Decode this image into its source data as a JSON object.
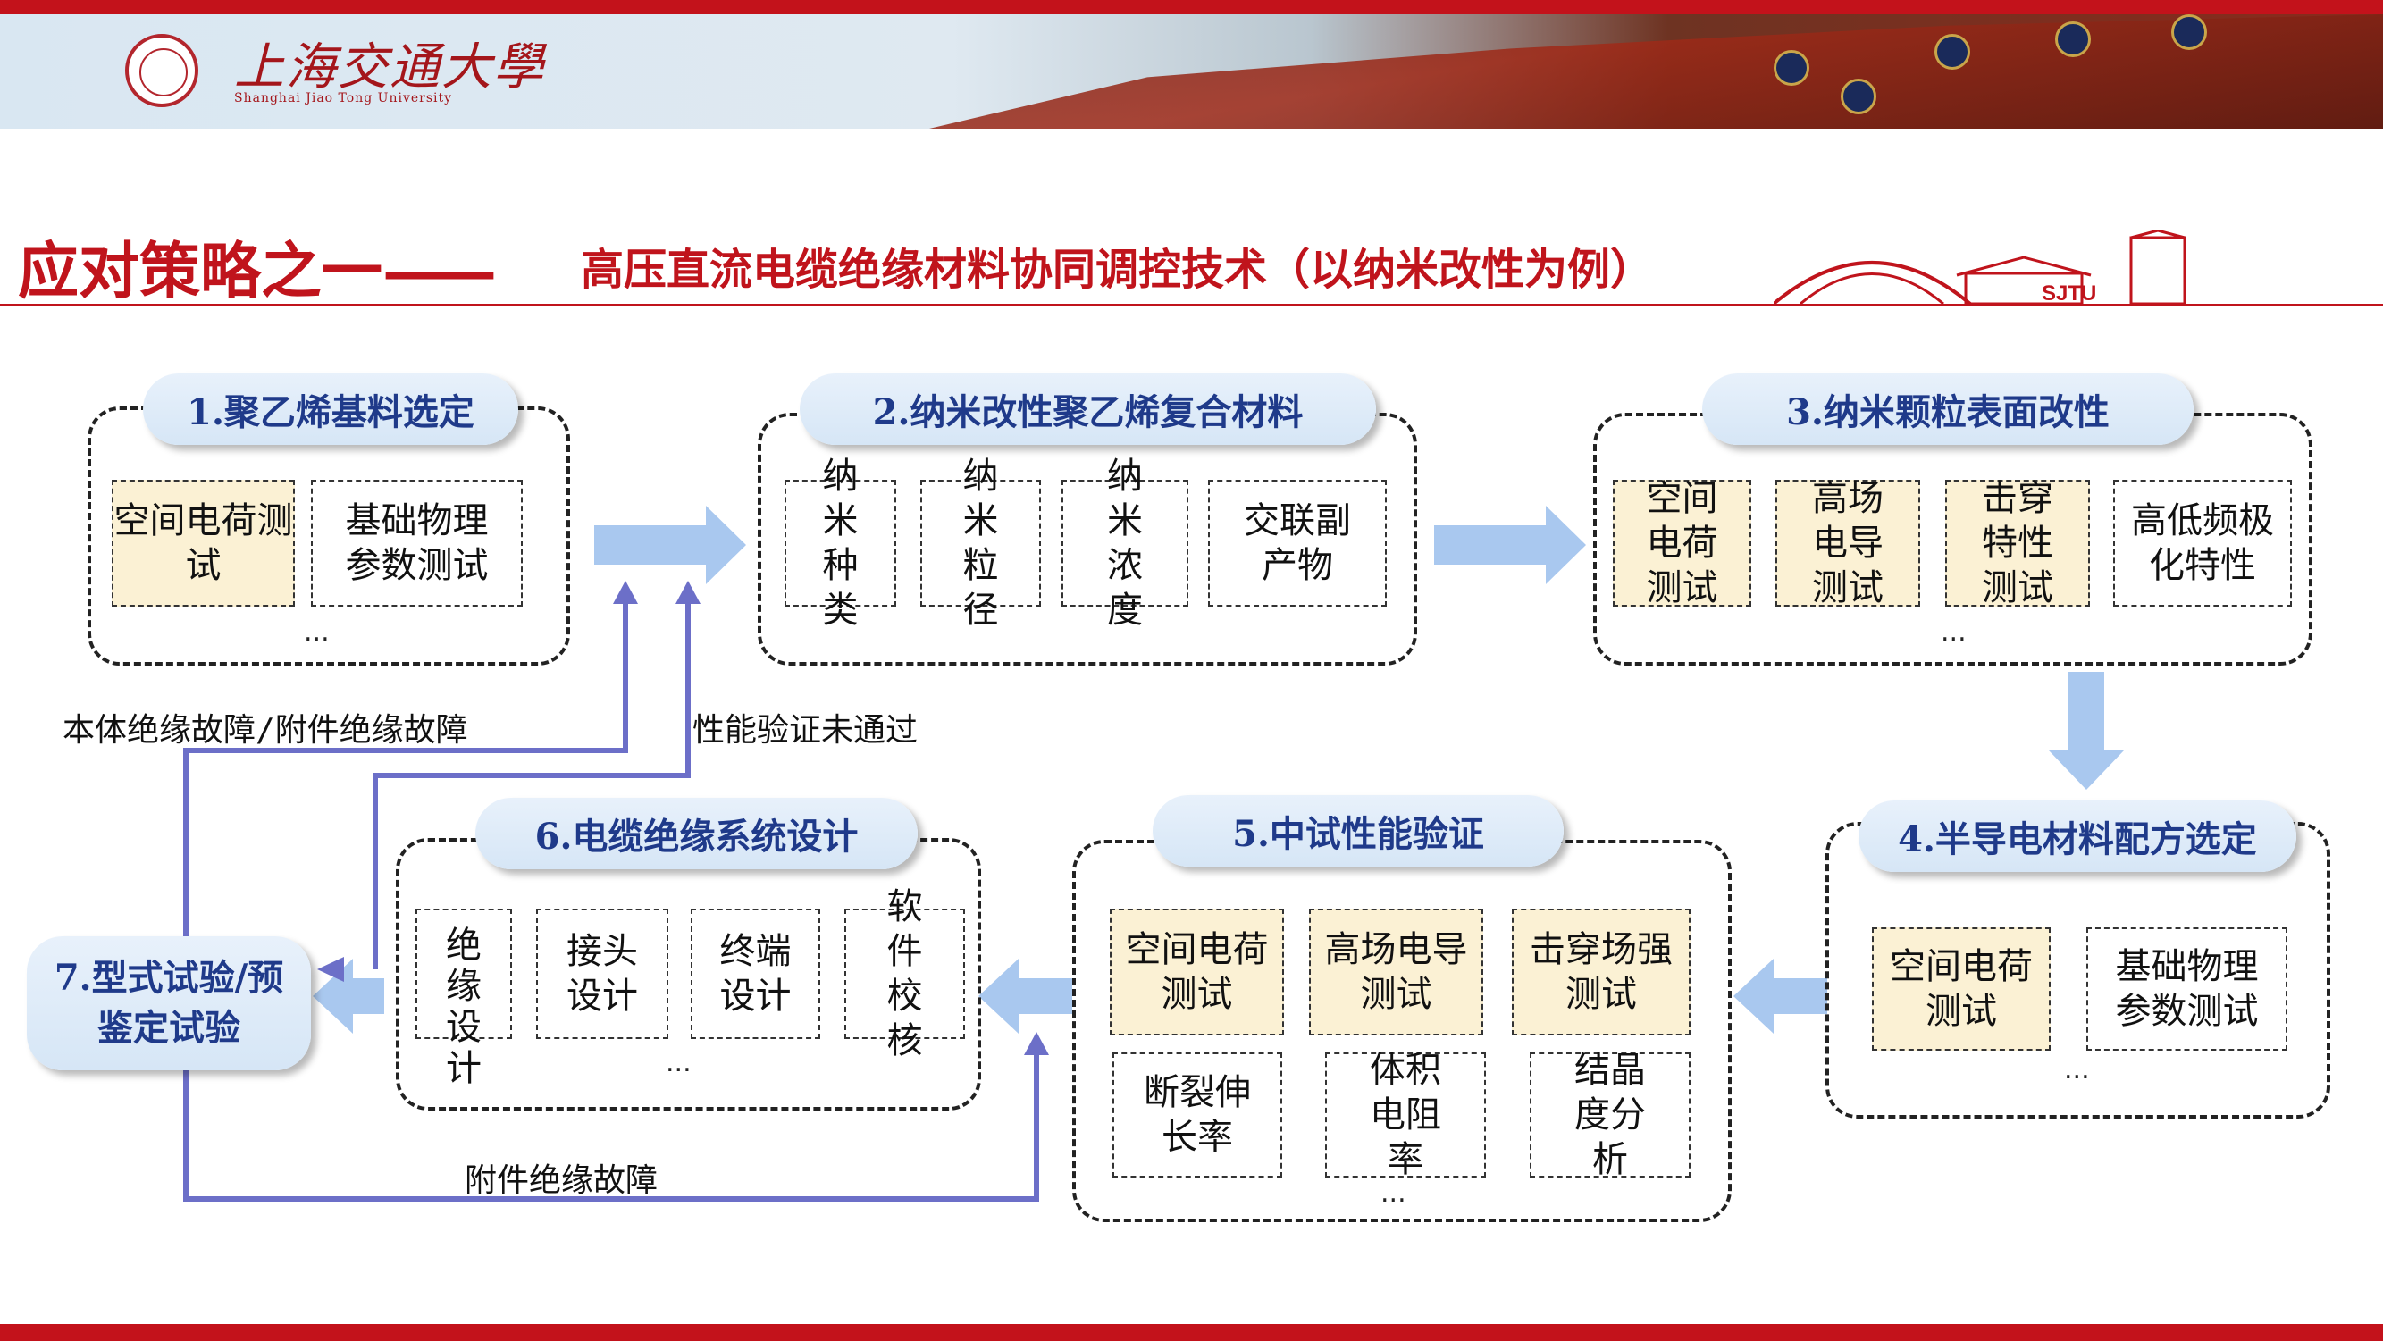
{
  "header": {
    "logo_cn": "上海交通大學",
    "logo_en": "Shanghai Jiao Tong University",
    "arch_label": "SJTU"
  },
  "title": {
    "main": "应对策略之一",
    "dash": "——",
    "sub": "高压直流电缆绝缘材料协同调控技术（以纳米改性为例）"
  },
  "steps": [
    {
      "label": "1.聚乙烯基料选定",
      "items": [
        {
          "text": "空间电荷测试",
          "highlight": true
        },
        {
          "text": "基础物理参数测试",
          "highlight": false
        }
      ],
      "more": "..."
    },
    {
      "label": "2.纳米改性聚乙烯复合材料",
      "items": [
        {
          "text": "纳米种类",
          "highlight": false
        },
        {
          "text": "纳米粒径",
          "highlight": false
        },
        {
          "text": "纳米浓度",
          "highlight": false
        },
        {
          "text": "交联副产物",
          "highlight": false
        }
      ],
      "more": ""
    },
    {
      "label": "3.纳米颗粒表面改性",
      "items": [
        {
          "text": "空间电荷测试",
          "highlight": true
        },
        {
          "text": "高场电导测试",
          "highlight": true
        },
        {
          "text": "击穿特性测试",
          "highlight": true
        },
        {
          "text": "高低频极化特性",
          "highlight": false
        }
      ],
      "more": "..."
    },
    {
      "label": "4.半导电材料配方选定",
      "items": [
        {
          "text": "空间电荷测试",
          "highlight": true
        },
        {
          "text": "基础物理参数测试",
          "highlight": false
        }
      ],
      "more": "..."
    },
    {
      "label": "5.中试性能验证",
      "items": [
        {
          "text": "空间电荷测试",
          "highlight": true
        },
        {
          "text": "高场电导测试",
          "highlight": true
        },
        {
          "text": "击穿场强测试",
          "highlight": true
        },
        {
          "text": "断裂伸长率",
          "highlight": false
        },
        {
          "text": "体积电阻率",
          "highlight": false
        },
        {
          "text": "结晶度分析",
          "highlight": false
        }
      ],
      "more": "..."
    },
    {
      "label": "6.电缆绝缘系统设计",
      "items": [
        {
          "text": "绝缘设计",
          "highlight": false
        },
        {
          "text": "接头设计",
          "highlight": false
        },
        {
          "text": "终端设计",
          "highlight": false
        },
        {
          "text": "软件校核",
          "highlight": false
        }
      ],
      "more": "..."
    },
    {
      "label": "7.型式试验/预鉴定试验",
      "items": [],
      "more": ""
    }
  ],
  "feedback": {
    "body_fault": "本体绝缘故障/附件绝缘故障",
    "perf_fail": "性能验证未通过",
    "accessory_fault": "附件绝缘故障"
  },
  "colors": {
    "brand_red": "#c0141c",
    "pill_text": "#1f3a8a",
    "flow_arrow": "#a9c8ef",
    "feedback_line": "#6c6fc8",
    "highlight_fill": "#fbf1d4"
  }
}
